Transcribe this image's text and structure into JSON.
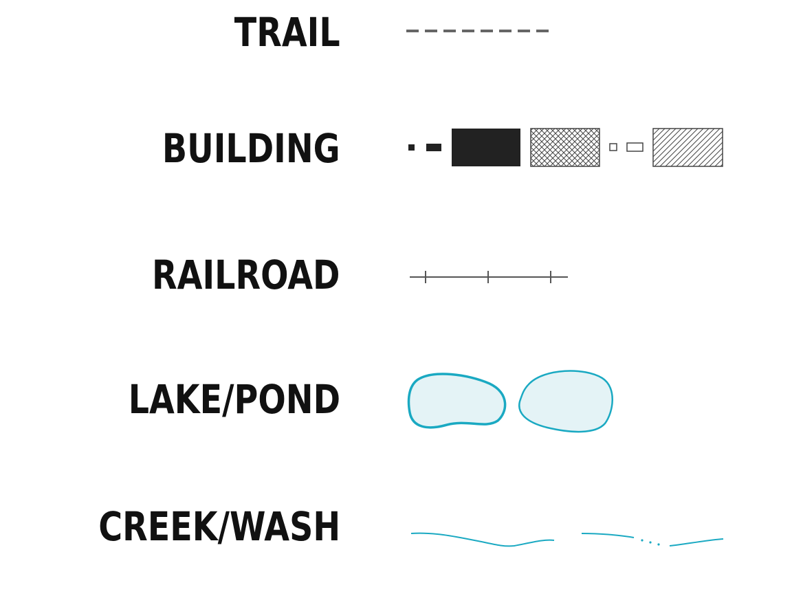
{
  "legend": {
    "items": [
      {
        "id": "trail",
        "label": "TRAIL"
      },
      {
        "id": "building",
        "label": "BUILDING"
      },
      {
        "id": "railroad",
        "label": "RAILROAD"
      },
      {
        "id": "lake",
        "label": "LAKE/POND"
      },
      {
        "id": "creek",
        "label": "CREEK/WASH"
      }
    ]
  },
  "colors": {
    "text": "#111111",
    "line": "#666666",
    "building_fill": "#222222",
    "water_stroke": "#1aa9c2",
    "water_fill": "#e4f3f6"
  }
}
